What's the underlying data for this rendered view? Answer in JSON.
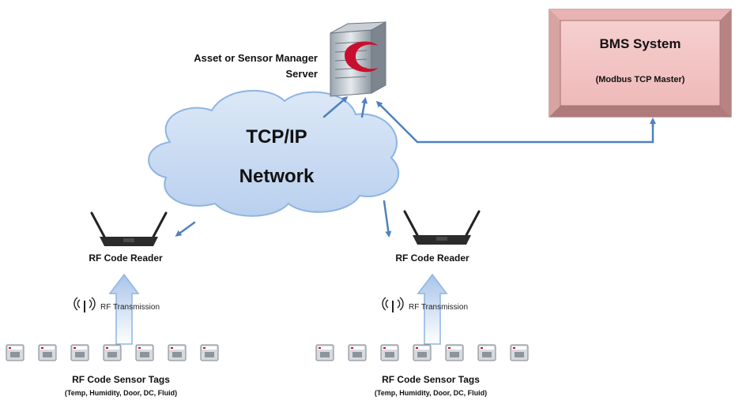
{
  "server": {
    "label_line1": "Asset or Sensor Manager",
    "label_line2": "Server",
    "icon": "server-icon"
  },
  "bms": {
    "title": "BMS System",
    "subtitle": "(Modbus TCP Master)",
    "color": "#f2c1c1"
  },
  "network": {
    "line1": "TCP/IP",
    "line2": "Network",
    "color": "#c6d9f1"
  },
  "left_site": {
    "reader_label": "RF Code Reader",
    "transmission_label": "RF Transmission",
    "tags_title": "RF Code Sensor Tags",
    "tags_subtitle": "(Temp, Humidity, Door, DC, Fluid)",
    "tag_count": 7
  },
  "right_site": {
    "reader_label": "RF Code Reader",
    "transmission_label": "RF Transmission",
    "tags_title": "RF Code Sensor Tags",
    "tags_subtitle": "(Temp, Humidity, Door, DC, Fluid)",
    "tag_count": 7
  },
  "colors": {
    "arrow": "#4f81bd",
    "cloud_stroke": "#8eb4e3"
  }
}
